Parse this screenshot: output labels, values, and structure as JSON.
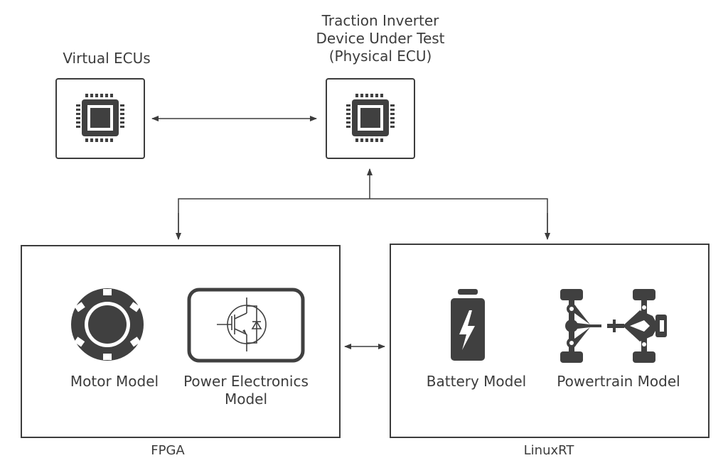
{
  "nodes": {
    "virtual_ecus": {
      "label": "Virtual ECUs",
      "icon": "chip-icon"
    },
    "dut": {
      "label_lines": [
        "Traction Inverter",
        "Device Under Test",
        "(Physical ECU)"
      ],
      "icon": "chip-icon"
    },
    "fpga": {
      "label": "FPGA",
      "items": [
        {
          "label": "Motor Model",
          "icon": "motor-icon"
        },
        {
          "label_lines": [
            "Power Electronics",
            "Model"
          ],
          "icon": "igbt-icon"
        }
      ]
    },
    "linuxrt": {
      "label": "LinuxRT",
      "items": [
        {
          "label": "Battery Model",
          "icon": "battery-icon"
        },
        {
          "label": "Powertrain Model",
          "icon": "powertrain-icon"
        }
      ]
    }
  },
  "connections": [
    {
      "from": "Virtual ECUs",
      "to": "Traction Inverter Device Under Test",
      "type": "bidirectional"
    },
    {
      "from": "FPGA / LinuxRT",
      "to": "Traction Inverter Device Under Test",
      "type": "fan-in with arrows down to FPGA and LinuxRT"
    },
    {
      "from": "FPGA",
      "to": "LinuxRT",
      "type": "bidirectional"
    }
  ],
  "colors": {
    "stroke": "#3c3c3c",
    "icon_fill": "#404040",
    "background": "#ffffff"
  }
}
